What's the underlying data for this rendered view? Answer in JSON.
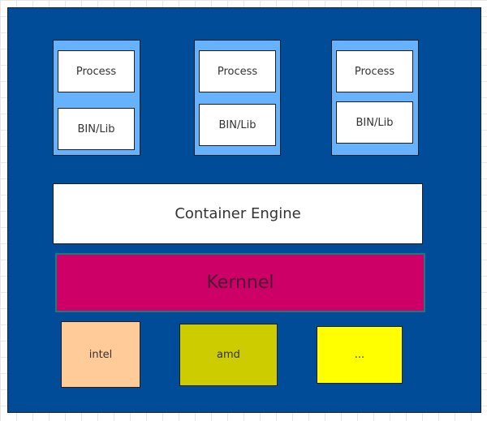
{
  "containers": [
    {
      "process_label": "Process",
      "lib_label": "BIN/Lib"
    },
    {
      "process_label": "Process",
      "lib_label": "BIN/Lib"
    },
    {
      "process_label": "Process",
      "lib_label": "BIN/Lib"
    }
  ],
  "engine": {
    "label": "Container Engine"
  },
  "kernel": {
    "label": "Kernnel",
    "color": "#cc0066"
  },
  "hardware": [
    {
      "label": "intel",
      "color": "#ffcc99"
    },
    {
      "label": "amd",
      "color": "#cccc00"
    },
    {
      "label": "...",
      "color": "#ffff00"
    }
  ],
  "colors": {
    "frame": "#004c99",
    "container": "#66b2ff"
  }
}
